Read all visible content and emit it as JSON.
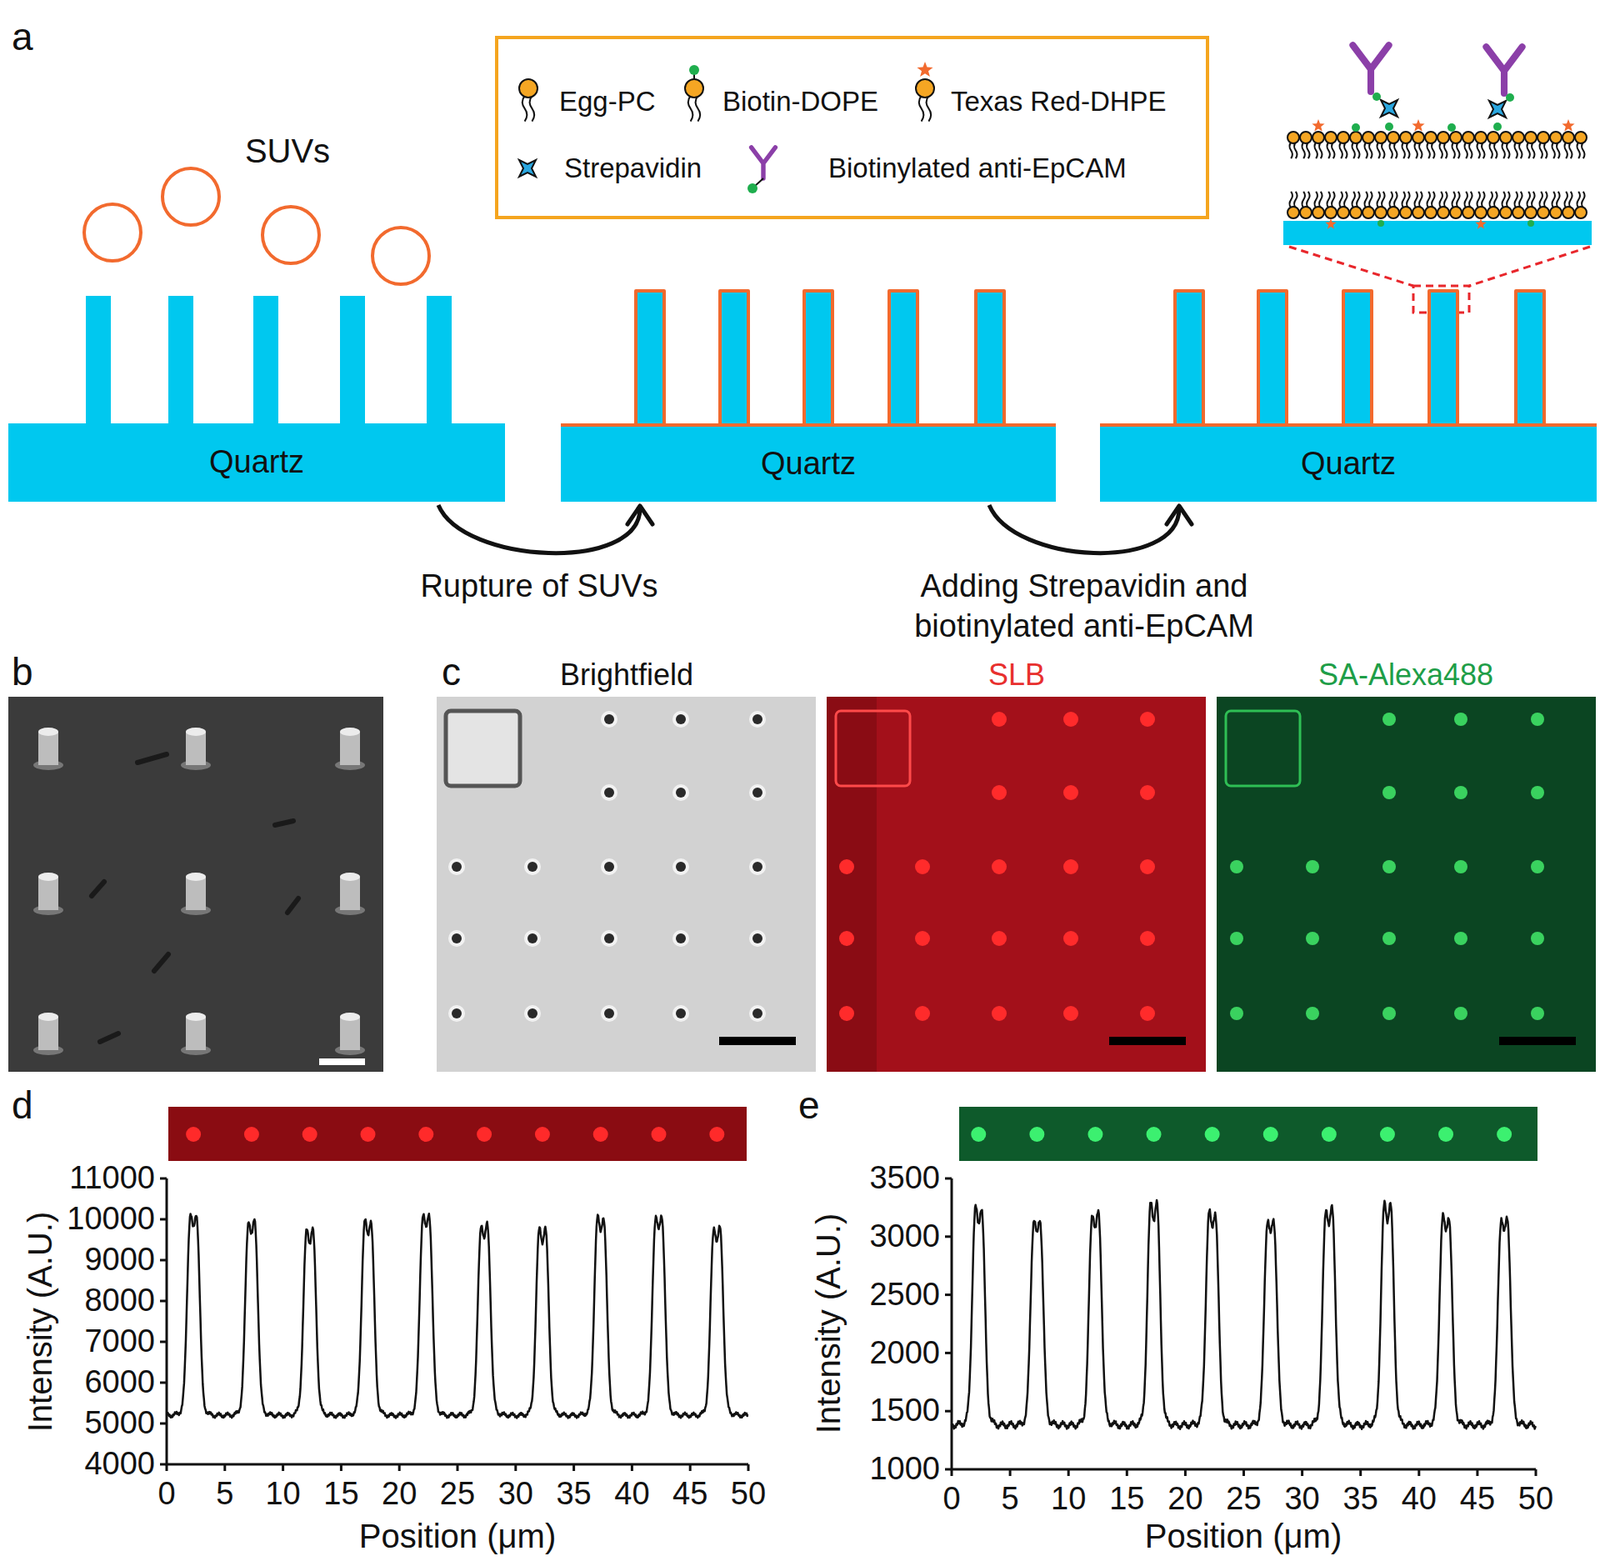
{
  "diagram": {
    "nodes": [
      {
        "text": [
          "Quartz"
        ]
      },
      {
        "text": [
          "Quartz"
        ]
      },
      {
        "text": [
          "Quartz"
        ]
      }
    ],
    "edges": [
      {
        "from": 0,
        "to": 1,
        "arrow": "to",
        "label": "Rupture of SUVs"
      },
      {
        "from": 1,
        "to": 2,
        "arrow": "to",
        "label": "Adding Strepavidin and biotinylated anti-EpCAM"
      }
    ],
    "labels": [
      "a",
      "SUVs",
      "b",
      "c",
      "Brightfield",
      "SLB",
      "SA-Alexa488",
      "d",
      "e",
      "11000",
      "10000",
      "9000",
      "8000",
      "7000",
      "6000",
      "5000",
      "4000",
      "0",
      "5",
      "10",
      "15",
      "20",
      "25",
      "30",
      "35",
      "40",
      "45",
      "50",
      "Intensity (A.U.)",
      "Position (μm)",
      "3500",
      "3000",
      "2500",
      "2000",
      "1500",
      "1000",
      "0",
      "5",
      "10",
      "15",
      "20",
      "25",
      "30",
      "35",
      "40",
      "45",
      "50",
      "Intensity (A.U.)",
      "Position (μm)"
    ],
    "legend": [
      {
        "text": "Egg-PC"
      },
      {
        "text": "Biotin-DOPE"
      },
      {
        "text": "Texas Red-DHPE"
      },
      {
        "text": "Strepavidin"
      },
      {
        "text": "Biotinylated anti-EpCAM"
      }
    ]
  }
}
